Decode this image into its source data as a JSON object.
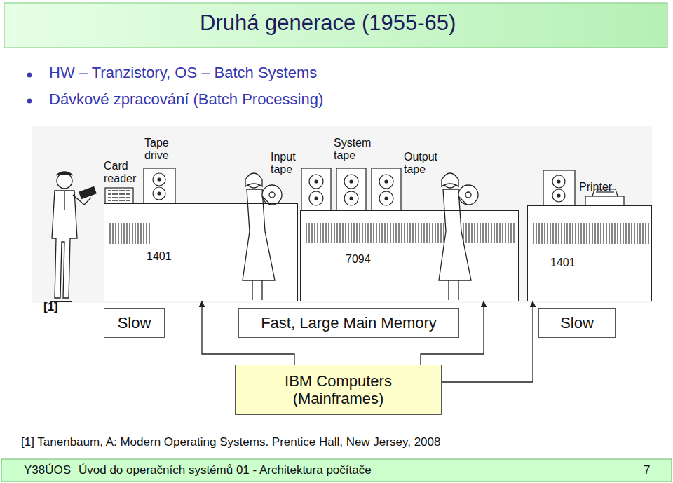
{
  "diagram": {
    "title": "Druhá generace (1955-65)",
    "nodes": [
      {
        "text": [
          "1401"
        ]
      },
      {
        "text": [
          "7094"
        ]
      },
      {
        "text": [
          "1401"
        ]
      },
      {
        "text": [
          "Slow"
        ]
      },
      {
        "text": [
          "Fast, Large Main Memory"
        ]
      },
      {
        "text": [
          "Slow"
        ]
      },
      {
        "text": [
          "IBM Computers (Mainframes)"
        ]
      }
    ],
    "edges": [
      {
        "from": 6,
        "to": 0,
        "arrow": "to"
      },
      {
        "from": 6,
        "to": 1,
        "arrow": "to"
      },
      {
        "from": 6,
        "to": 2,
        "arrow": "to"
      }
    ],
    "labels": [
      "HW – Tranzistory, OS – Batch Systems",
      "Dávkové zpracování (Batch Processing)",
      "Card reader",
      "Tape drive",
      "Input tape",
      "System tape",
      "Output tape",
      "Printer",
      "[1]",
      "[1] Tanenbaum, A: Modern Operating Systems. Prentice Hall, New Jersey, 2008",
      "Y38ÚOS",
      "Úvod do operačních systémů 01 - Architektura počítače",
      "7"
    ]
  }
}
